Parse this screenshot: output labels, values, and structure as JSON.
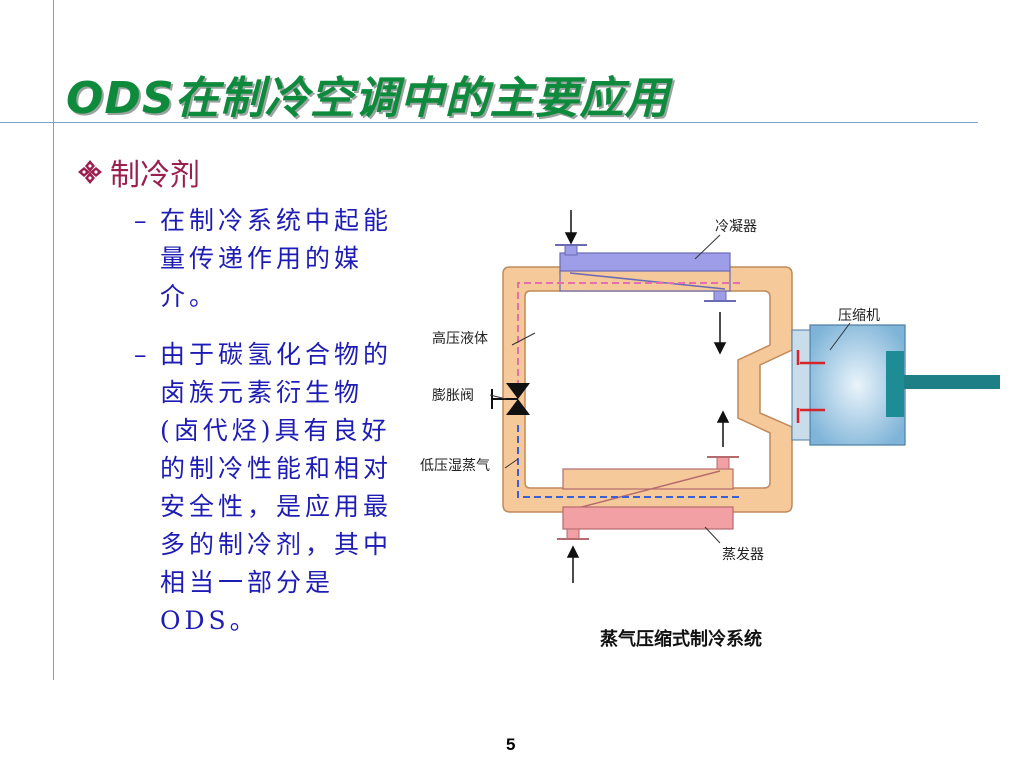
{
  "slide": {
    "title": "ODS在制冷空调中的主要应用",
    "bullet": "制冷剂",
    "sub_items": [
      "在制冷系统中起能量传递作用的媒介。",
      "由于碳氢化合物的卤族元素衍生物(卤代烃)具有良好的制冷性能和相对安全性，是应用最多的制冷剂，其中相当一部分是ODS。"
    ],
    "dash": "–",
    "page_number": "5"
  },
  "diagram": {
    "labels": {
      "condenser": "冷凝器",
      "compressor": "压缩机",
      "high_pressure_liquid": "高压液体",
      "expansion_valve": "膨胀阀",
      "low_pressure_vapor": "低压湿蒸气",
      "evaporator": "蒸发器"
    },
    "caption": "蒸气压缩式制冷系统",
    "colors": {
      "pipe": "#f6c99a",
      "condenser": "#9e9ee8",
      "evaporator": "#f2a0a4",
      "compressor": "#9fc8e6",
      "piston": "#1d8c94",
      "rod": "#1f7f87",
      "dash_high": "#e46fb0",
      "dash_low": "#3b5fd8"
    }
  }
}
